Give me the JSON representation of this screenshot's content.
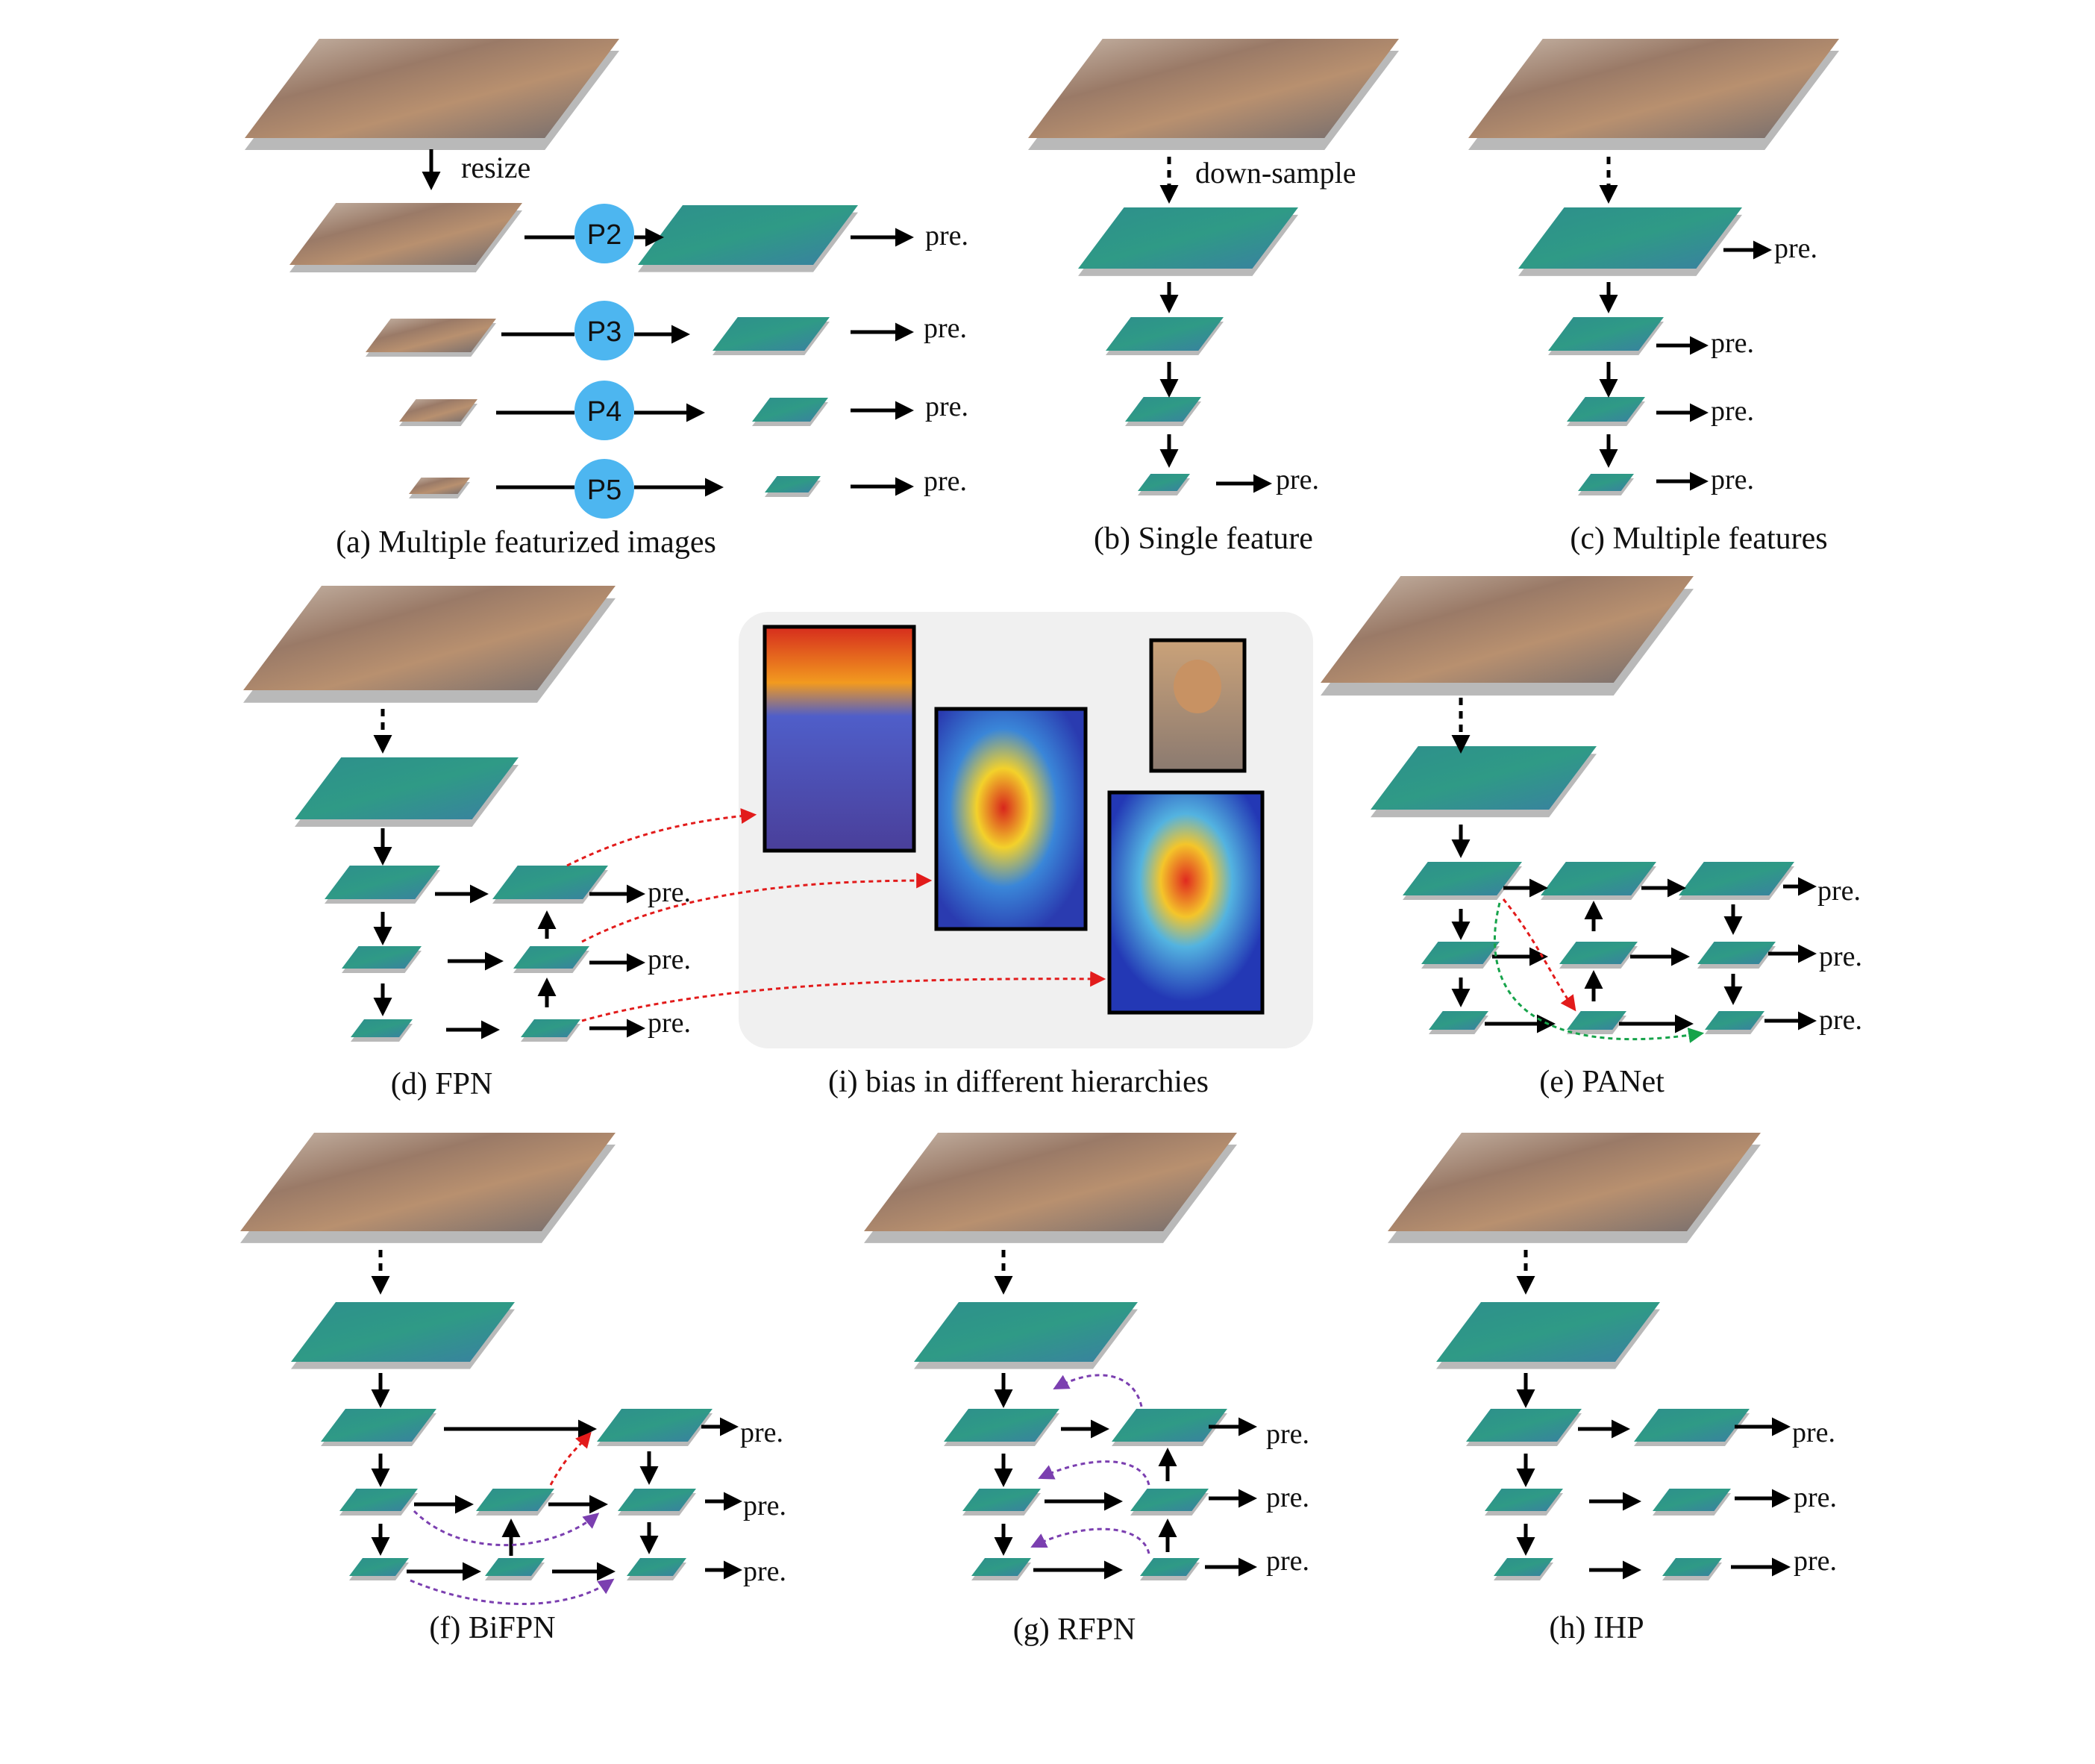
{
  "captions": {
    "a": "(a) Multiple featurized images",
    "b": "(b) Single feature",
    "c": "(c) Multiple features",
    "d": "(d) FPN",
    "i": "(i) bias in different hierarchies",
    "e": "(e) PANet",
    "f": "(f) BiFPN",
    "g": "(g) RFPN",
    "h": "(h)  IHP"
  },
  "labels": {
    "resize": "resize",
    "down_sample": "down-sample",
    "pre": "pre.",
    "p2": "P2",
    "p3": "P3",
    "p4": "P4",
    "p5": "P5"
  },
  "colors": {
    "feature_map": "#2f9c8d",
    "feature_map_dark": "#2a6f8e",
    "plate_shadow": "#b9b9b9",
    "photo": "#8e6f5e",
    "node_circle": "#4db6f0",
    "arrow": "#000000",
    "red_link": "#e21b1b",
    "green_link": "#16a34a",
    "purple_link": "#7b3fb0",
    "bias_panel": "#f0f0f0"
  }
}
